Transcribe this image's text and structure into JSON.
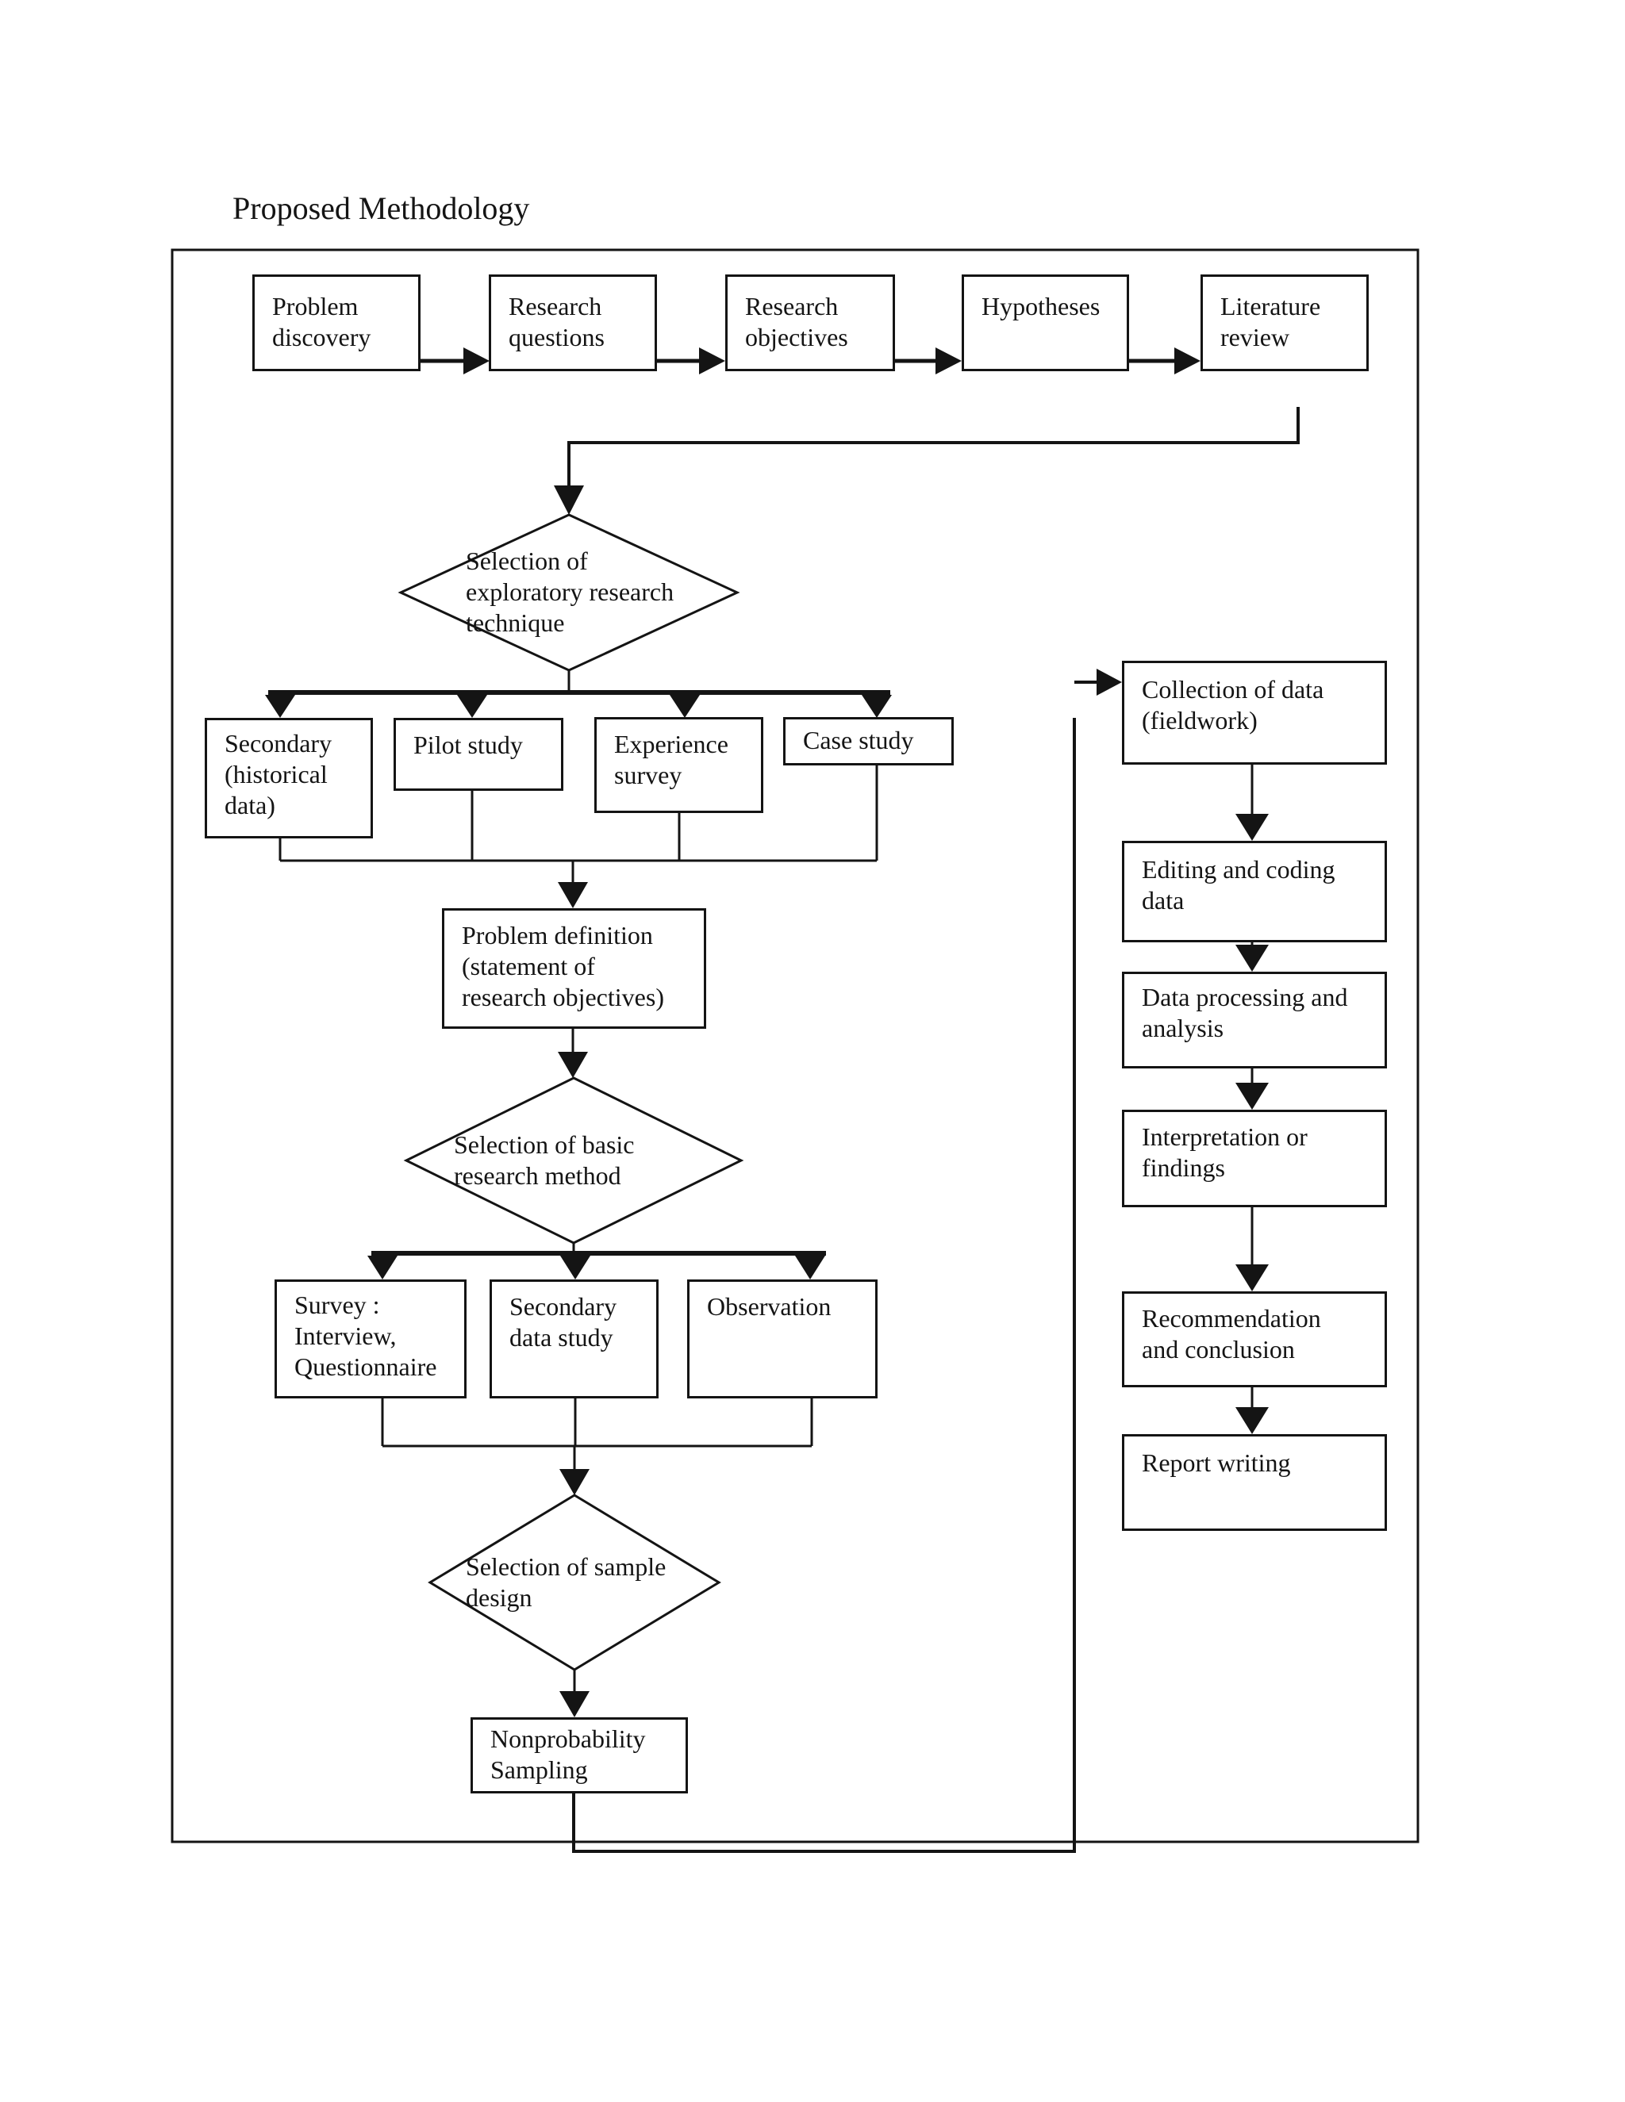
{
  "title": "Proposed Methodology",
  "colors": {
    "line": "#141414",
    "background": "#ffffff",
    "text": "#141414"
  },
  "nodes": {
    "problem_discovery": "Problem\ndiscovery",
    "research_questions": "Research\nquestions",
    "research_objectives": "Research\nobjectives",
    "hypotheses": "Hypotheses",
    "literature_review": "Literature\nreview",
    "selection_exploratory": "Selection of\nexploratory research\ntechnique",
    "secondary_historical": "Secondary\n(historical\ndata)",
    "pilot_study": "Pilot study",
    "experience_survey": "Experience\nsurvey",
    "case_study": "Case study",
    "problem_definition": "Problem definition\n(statement of\nresearch objectives)",
    "selection_basic": "Selection of basic\nresearch method",
    "survey_interview": "Survey :\nInterview,\nQuestionnaire",
    "secondary_data": "Secondary\ndata study",
    "observation": "Observation",
    "selection_sample": "Selection of sample\ndesign",
    "nonprobability": "Nonprobability\nSampling",
    "collection": "Collection of data\n(fieldwork)",
    "editing": "Editing and coding\ndata",
    "processing": "Data processing and\nanalysis",
    "interpretation": "Interpretation or\nfindings",
    "recommendation": "Recommendation\nand conclusion",
    "report": "Report writing"
  }
}
